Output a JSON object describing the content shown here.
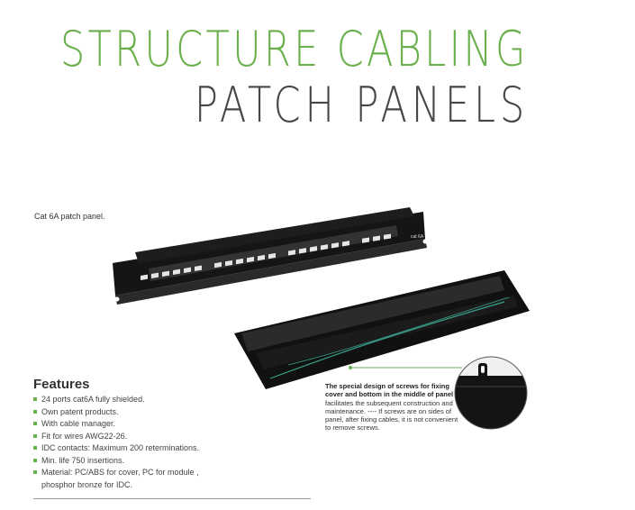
{
  "header": {
    "title_line1": "STRUCTURE CABLING",
    "title_line2": "PATCH PANELS"
  },
  "product": {
    "label": "Cat 6A patch panel.",
    "panel_badge": "cat 6A"
  },
  "features": {
    "title": "Features",
    "items": [
      "24 ports cat6A fully shielded.",
      "Own patent products.",
      "With cable manager.",
      "Fit for wires AWG22-26.",
      "IDC contacts: Maximum 200 reterminations.",
      "Min.  life 750  insertions.",
      "Material: PC/ABS for cover, PC for module ,",
      "phosphor bronze for IDC."
    ]
  },
  "callout": {
    "bold_text": "The special design of screws for fixing cover and bottom in the middle of panel",
    "text": "facilitates the subsequent construction and maintenance. ---- If screws are on sides of panel, after fixing cables, it is not convenient to remove screws."
  },
  "colors": {
    "accent_green": "#6ab04c",
    "title_gray": "#474747",
    "panel_black": "#151515"
  }
}
